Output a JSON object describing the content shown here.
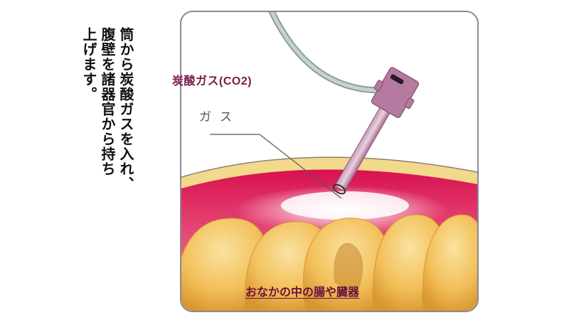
{
  "caption": {
    "lines": [
      "筒から炭酸ガスを入れ、",
      "腹壁を諸器官から持ち",
      "上げます。"
    ]
  },
  "diagram": {
    "labels": {
      "co2": "炭酸ガス(CO2)",
      "gas": "ガス",
      "organs": "おなかの中の腸や臓器"
    },
    "colors": {
      "frame_border": "#8a8a94",
      "abdominal_fat": "#f3d98c",
      "abdominal_muscle": "#d8124f",
      "intestine": "#f0b84a",
      "trocar": "#b9789c",
      "tube": "#a9b8b3",
      "label_co2": "#7a1a4a",
      "label_organs": "#6a1040"
    },
    "parts": [
      "co2-tube",
      "trocar",
      "abdominal-wall",
      "gas-cloud",
      "intestines"
    ]
  }
}
